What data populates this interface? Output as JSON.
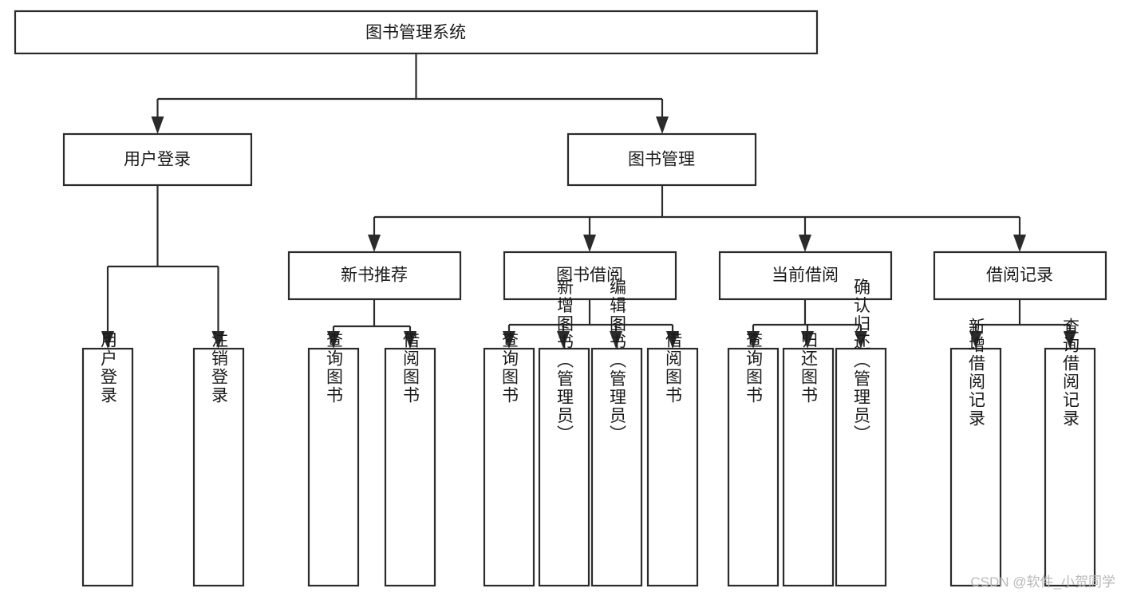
{
  "diagram": {
    "title": "图书管理系统",
    "type": "hierarchy-tree",
    "background_color": "#ffffff",
    "line_color": "#2b2b2b",
    "text_color": "#1a1a1a",
    "root": {
      "label": "图书管理系统",
      "orientation": "horizontal"
    },
    "level2": [
      {
        "label": "用户登录",
        "orientation": "horizontal"
      },
      {
        "label": "图书管理",
        "orientation": "horizontal"
      }
    ],
    "level3": [
      {
        "label": "新书推荐",
        "orientation": "horizontal"
      },
      {
        "label": "图书借阅",
        "orientation": "horizontal"
      },
      {
        "label": "当前借阅",
        "orientation": "horizontal"
      },
      {
        "label": "借阅记录",
        "orientation": "horizontal"
      }
    ],
    "leaves": {
      "user_login": [
        {
          "label": "用户登录",
          "orientation": "vertical"
        },
        {
          "label": "注销登录",
          "orientation": "vertical"
        }
      ],
      "new_book_recommend": [
        {
          "label": "查询图书",
          "orientation": "vertical"
        },
        {
          "label": "借阅图书",
          "orientation": "vertical"
        }
      ],
      "book_borrow": [
        {
          "label": "查询图书",
          "orientation": "vertical"
        },
        {
          "label": "新增图书（管理员）",
          "orientation": "vertical"
        },
        {
          "label": "编辑图书（管理员）",
          "orientation": "vertical"
        },
        {
          "label": "借阅图书",
          "orientation": "vertical"
        }
      ],
      "current_borrow": [
        {
          "label": "查询图书",
          "orientation": "vertical"
        },
        {
          "label": "归还图书",
          "orientation": "vertical"
        },
        {
          "label": "确认归还（管理员）",
          "orientation": "vertical"
        }
      ],
      "borrow_record": [
        {
          "label": "新增借阅记录",
          "orientation": "vertical"
        },
        {
          "label": "查询借阅记录",
          "orientation": "vertical"
        }
      ]
    }
  },
  "watermark": {
    "text": "CSDN @软件_小贺同学"
  }
}
